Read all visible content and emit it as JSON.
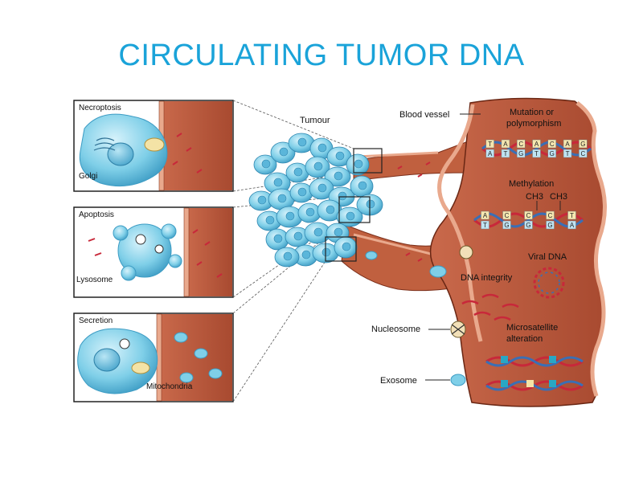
{
  "title": "CIRCULATING TUMOR DNA",
  "panels": {
    "necroptosis": "Necroptosis",
    "golgi": "Golgi",
    "apoptosis": "Apoptosis",
    "lysosome": "Lysosome",
    "secretion": "Secretion",
    "mitochondria": "Mitochondria"
  },
  "labels": {
    "tumour": "Tumour",
    "blood_vessel": "Blood vessel",
    "mutation_line1": "Mutation or",
    "mutation_line2": "polymorphism",
    "methylation": "Methylation",
    "ch3_a": "CH3",
    "ch3_b": "CH3",
    "viral_dna": "Viral DNA",
    "dna_integrity": "DNA integrity",
    "nucleosome": "Nucleosome",
    "microsatellite_line1": "Microsatellite",
    "microsatellite_line2": "alteration",
    "exosome": "Exosome"
  },
  "bases": {
    "mutation_top": [
      "T",
      "A",
      "C",
      "A",
      "C",
      "A",
      "G"
    ],
    "mutation_bottom": [
      "A",
      "T",
      "G",
      "T",
      "G",
      "T",
      "C"
    ],
    "methylation_top": [
      "A",
      "C",
      "C",
      "C",
      "T"
    ],
    "methylation_bottom": [
      "T",
      "G",
      "G",
      "G",
      "A"
    ]
  },
  "colors": {
    "title": "#1aa3d9",
    "vessel": "#b5563b",
    "vessel_light": "#cf7a5e",
    "cell": "#7fcfe8",
    "cell_dark": "#3d9cc4",
    "dna_red": "#c8283a",
    "dna_blue": "#3a6fb5"
  }
}
